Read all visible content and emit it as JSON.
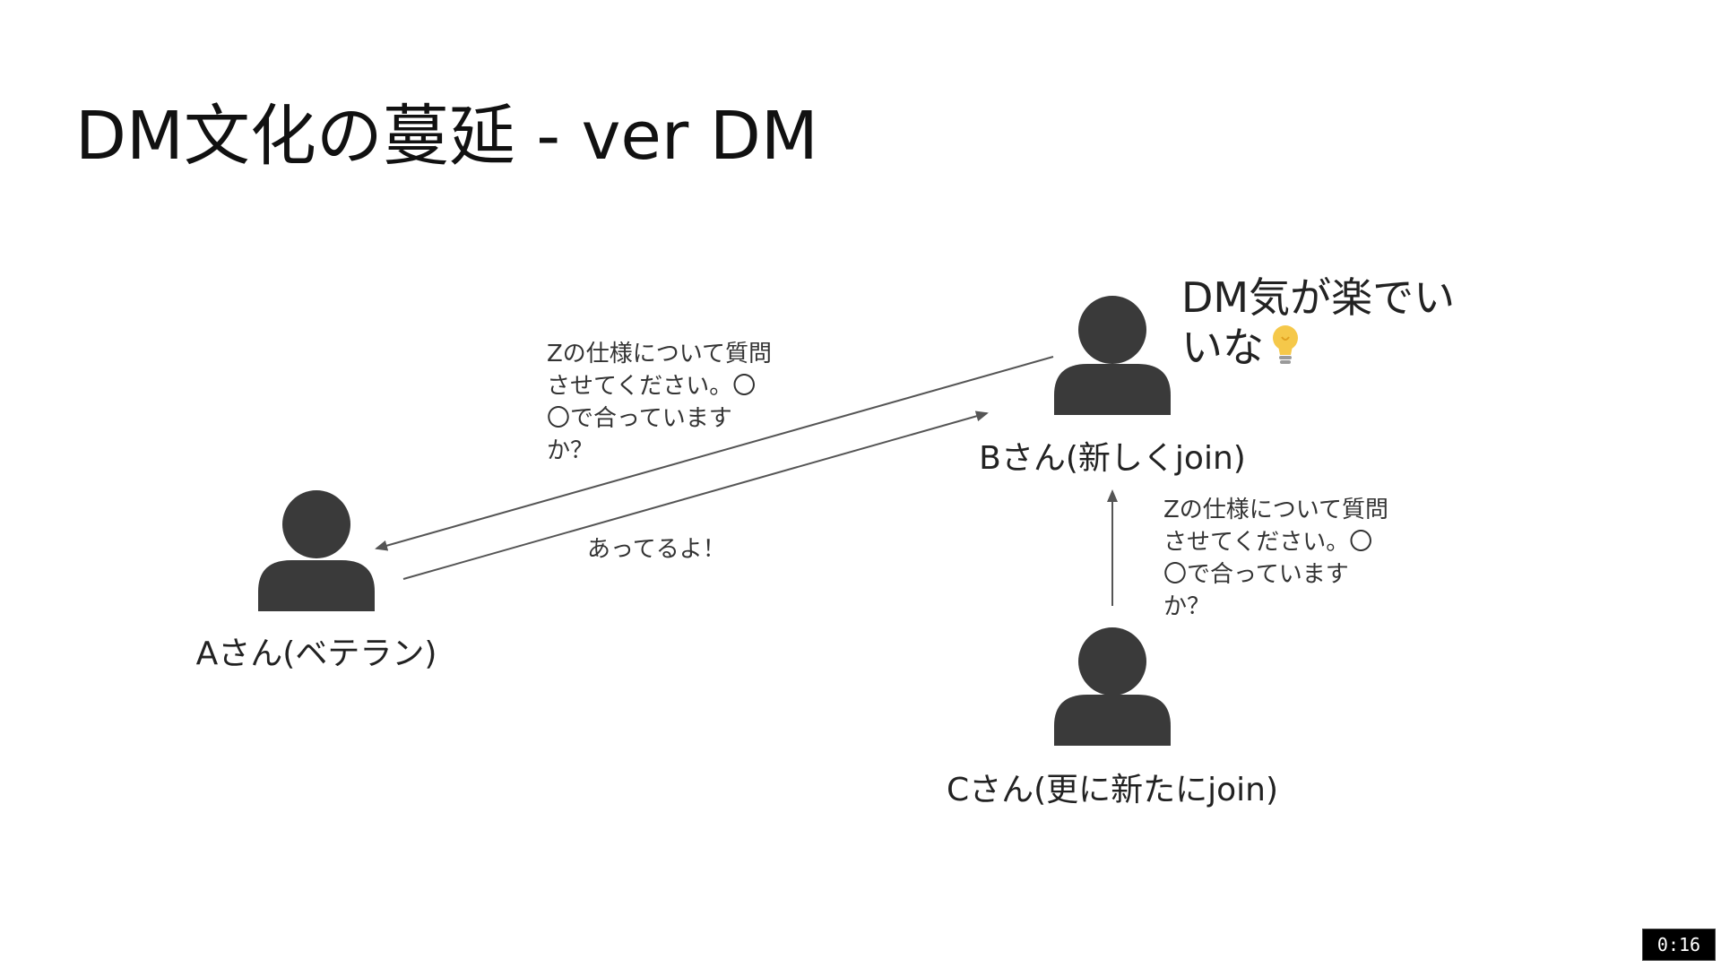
{
  "slide": {
    "title": "DM文化の蔓延 - ver DM",
    "timer": "0:16"
  },
  "people": {
    "a": {
      "label": "Aさん(ベテラン)"
    },
    "b": {
      "label": "Bさん(新しくjoin)"
    },
    "c": {
      "label": "Cさん(更に新たにjoin)"
    }
  },
  "messages": {
    "b_to_a_question": "Zの仕様について質問\nさせてください。〇\n〇で合っています\nか？",
    "a_to_b_answer": "あってるよ！",
    "c_to_b_question": "Zの仕様について質問\nさせてください。〇\n〇で合っています\nか？"
  },
  "thought": {
    "text": "DM気が楽でい\nいな",
    "icon": "lightbulb-icon"
  },
  "colors": {
    "person": "#3a3a3a",
    "arrow": "#555555",
    "bulb": "#f5c84a"
  }
}
